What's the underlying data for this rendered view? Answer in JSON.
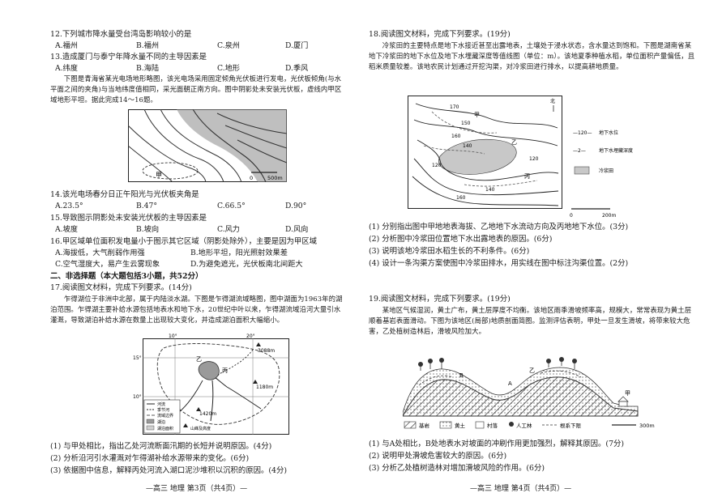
{
  "left": {
    "q12": {
      "stem": "12.下列城市降水量受台湾岛影响较小的是",
      "options": [
        "A.福州",
        "B.福州",
        "C.泉州",
        "D.厦门"
      ]
    },
    "q13": {
      "stem": "13.造成厦门与泰宁年降水量不同的主导因素是",
      "options": [
        "A.纬度",
        "B.海陆",
        "C.地形",
        "D.季风"
      ]
    },
    "intro14": "下图是青海省某光电场地形略图，该光电场采用固定倾角光伏板进行发电，光伏板倾角(与水平面之间的夹角)与当地纬度值相同，采光面朝正南方向。图中阴影处未安装光伏板，虚线内甲区域地形平坦。据此完成14～16题。",
    "fig1": {
      "point_label": "甲",
      "scale_start": "0",
      "scale_end": "500m"
    },
    "q14": {
      "stem": "14.该光电场春分日正午阳光与光伏板夹角是",
      "options": [
        "A.23.5°",
        "B.47°",
        "C.66.5°",
        "D.90°"
      ]
    },
    "q15": {
      "stem": "15.导致图示阴影处未安装光伏板的主导因素是",
      "options": [
        "A.坡度",
        "B.坡向",
        "C.风力",
        "D.风向"
      ]
    },
    "q16": {
      "stem": "16.甲区域单位面积发电量小于图示其它区域（阴影处除外），主要是因为甲区域",
      "options": [
        "A.海拔低，大气削弱作用强",
        "B.地形平坦，阳光照射效果差",
        "C.空气湿度大，易产生云雾现象",
        "D.为避免遮光，光伏板南北间距大"
      ]
    },
    "section2": "二、非选择题（本大题包括3小题，共52分）",
    "q17": {
      "stem": "17.阅读图文材料，完成下列要求。(14分)",
      "material": "乍得湖位于非洲中北部，属于内陆淡水湖。下图是乍得湖流域略图，图中湖面为1963年的湖泊范围。乍得湖主要补给水源包括地表水和地下水，20世纪中叶以来，乍得湖流域沿河大量引水灌溉，导致湖泊补给水源在数量上出现较大变化，并造成湖泊面积大幅缩小。"
    },
    "fig2": {
      "lon1": "10°",
      "lon2": "20°",
      "lat1": "15°",
      "lat2": "10°",
      "label_a": "乙",
      "label_c": "丙",
      "elev1": "3088m",
      "elev2": "1180m",
      "elev3": "1420m",
      "legend": [
        "河流",
        "季节河",
        "流域边界",
        "湖泊",
        "湖泊面积"
      ],
      "legend_note": "山峰及高度"
    },
    "q17_items": [
      "(1) 与甲处相比，指出乙处河流断面汛期的长短并说明原因。(4分)",
      "(2) 分析沿河引水灌溉对乍得湖补给水源带来的变化。(6分)",
      "(3) 依据图中信息，解释丙处河流入湖口泥沙堆积以沉积的原因。(4分)"
    ],
    "footer": "—高三 地理 第3页（共4页）—"
  },
  "right": {
    "q18": {
      "stem": "18.阅读图文材料，完成下列要求。(19分)",
      "material": "冷浆田的主要特点是地下水接近甚至出露地表，土壤处于浸水状态，含水量达到饱和。下图是湖南省某地下冷浆田的地下水位及地下水埋藏深度等值线图（单位：m）。该地夏季种植水稻，单位面积产量偏低，且稻米质量较差。该地农民计划通过开挖沟渠，对冷浆田进行排水，以提高耕地质量。"
    },
    "fig3": {
      "north": "北",
      "labels": [
        "170",
        "150",
        "160",
        "140",
        "120",
        "甲",
        "乙",
        "丙",
        "120",
        "140",
        "160"
      ],
      "legend": [
        {
          "sym": "—120—",
          "text": "地下水位"
        },
        {
          "sym": "—2—",
          "text": "地下水埋藏深度"
        },
        {
          "sym": "",
          "text": "冷浆田"
        }
      ],
      "scale_start": "0",
      "scale_end": "200m"
    },
    "q18_items": [
      "(1) 分别指出图中甲地地表海拔、乙地地下水流动方向及丙地地下水位。(3分)",
      "(2) 分析图中冷浆田位置地下水出露地表的原因。(6分)",
      "(3) 说明该地冷浆田水稻生长的不利条件。(6分)",
      "(4) 设计一条沟渠方案使图中冷浆田排水，用实线在图中标注沟渠位置。(2分)"
    ],
    "q19": {
      "stem": "19.阅读图文材料，完成下列要求。(19分)",
      "material": "某地区气候湿润，黄土广布，黄土层厚度不均衡。该地区雨季滑坡频率高，规模大，常常表现为黄土层顺着基岩表面滑动。下图为该地区(局部)地质剖面简图。监测评估表明，甲处一旦发生滑坡，将带来较大危害，乙处植树造林后，滑坡风险加大。"
    },
    "fig4": {
      "labels": {
        "a": "A",
        "b": "B",
        "jia": "甲",
        "yi": "乙"
      },
      "legend": [
        "基岩",
        "黄土",
        "村落",
        "人工林",
        "根系下限"
      ],
      "scale": "300m"
    },
    "q19_items": [
      "(1) 与A处相比，B处地表水对坡面的冲刷作用更加强烈，解释其原因。(7分)",
      "(2) 说明甲处滑坡危害较大的原因。(6分)",
      "(3) 分析乙处植树造林对增加滑坡风险的作用。(6分)"
    ],
    "footer": "—高三 地理 第4页（共4页）—"
  }
}
